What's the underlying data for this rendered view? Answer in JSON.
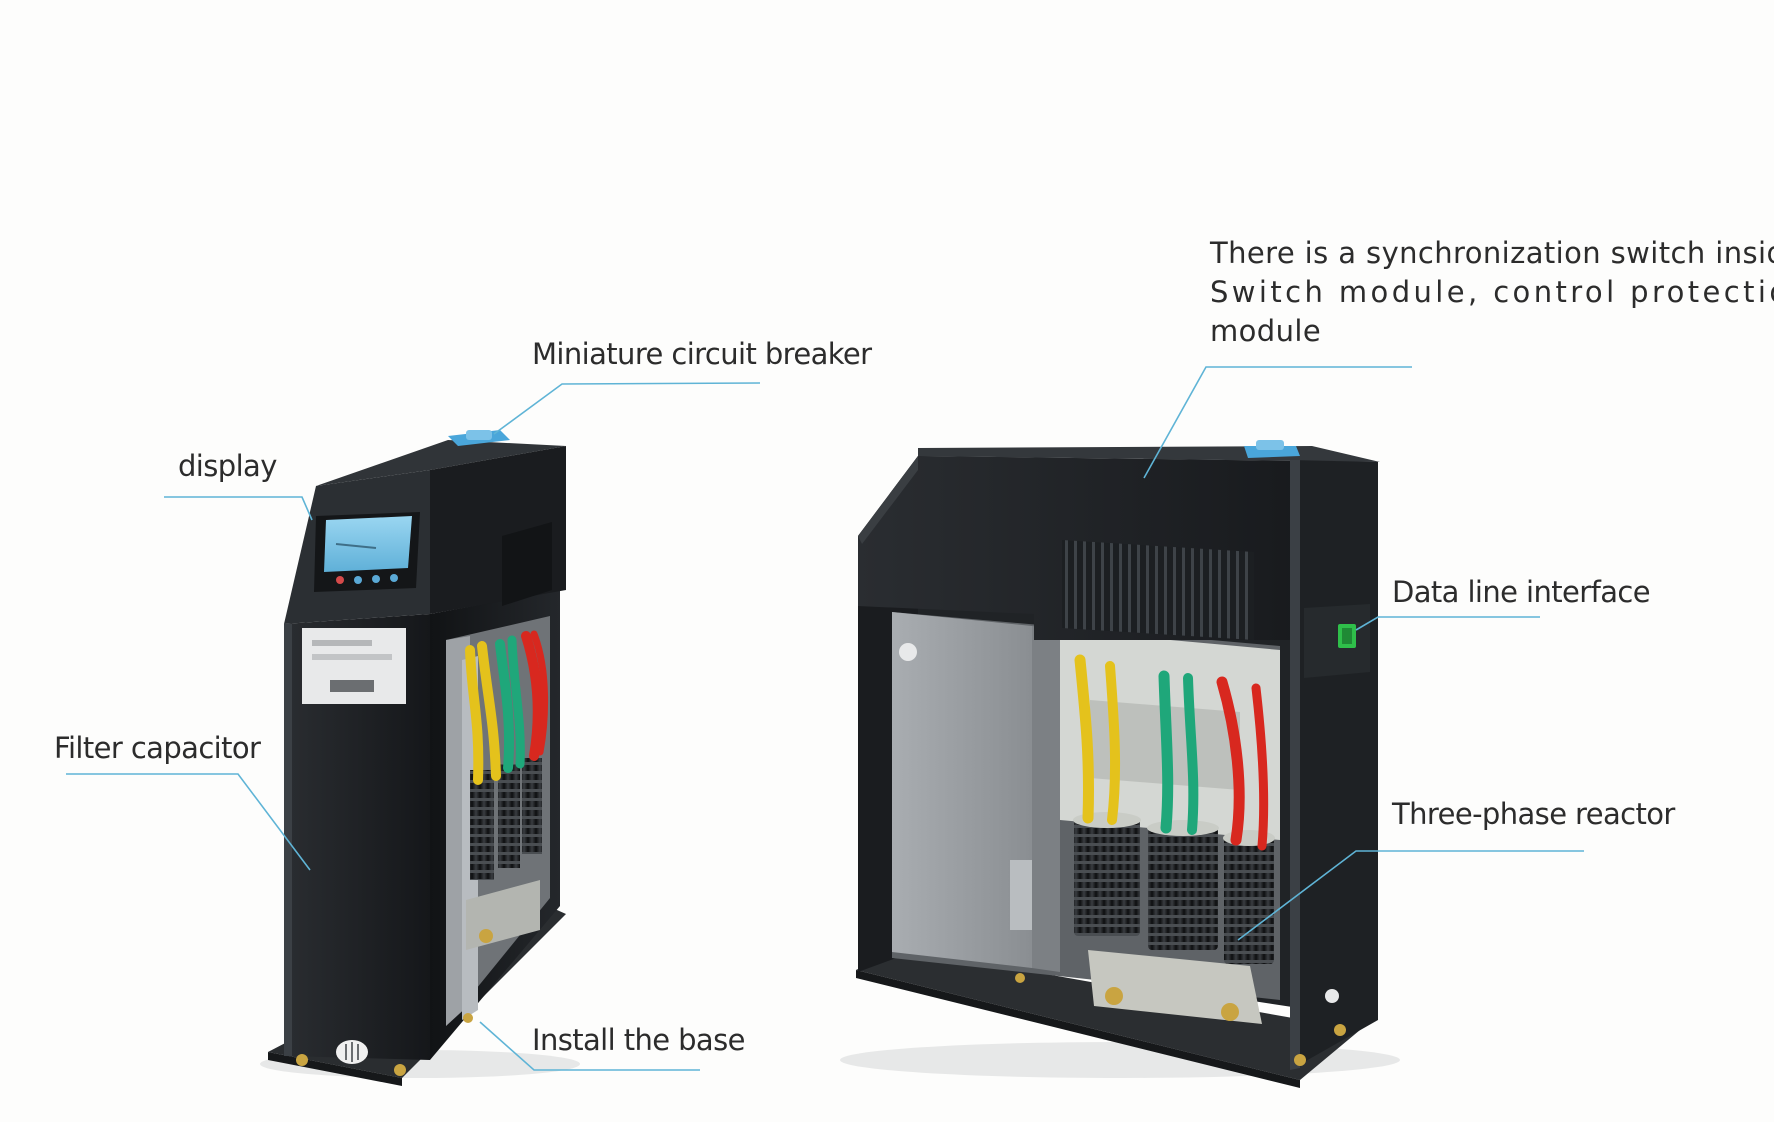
{
  "labels": {
    "miniature_circuit_breaker": "Miniature circuit breaker",
    "display": "display",
    "filter_capacitor": "Filter capacitor",
    "install_the_base": "Install the base",
    "sync_switch_line1": "There is a synchronization switch inside",
    "sync_switch_line2": "Switch module, control protection",
    "sync_switch_line3": "module",
    "data_line_interface": "Data line interface",
    "three_phase_reactor": "Three-phase reactor"
  },
  "colors": {
    "leader_line": "#5fb4d6",
    "cabinet_body": "#1f2225",
    "cabinet_edge": "#34383c",
    "panel_gray": "#9a9ea2",
    "screen_blue": "#7cc8ea",
    "wire_yellow": "#e4c21c",
    "wire_green": "#1fa77a",
    "wire_red": "#d8281f",
    "connector_green": "#2fbf4a",
    "breaker_blue": "#4aa6da"
  }
}
